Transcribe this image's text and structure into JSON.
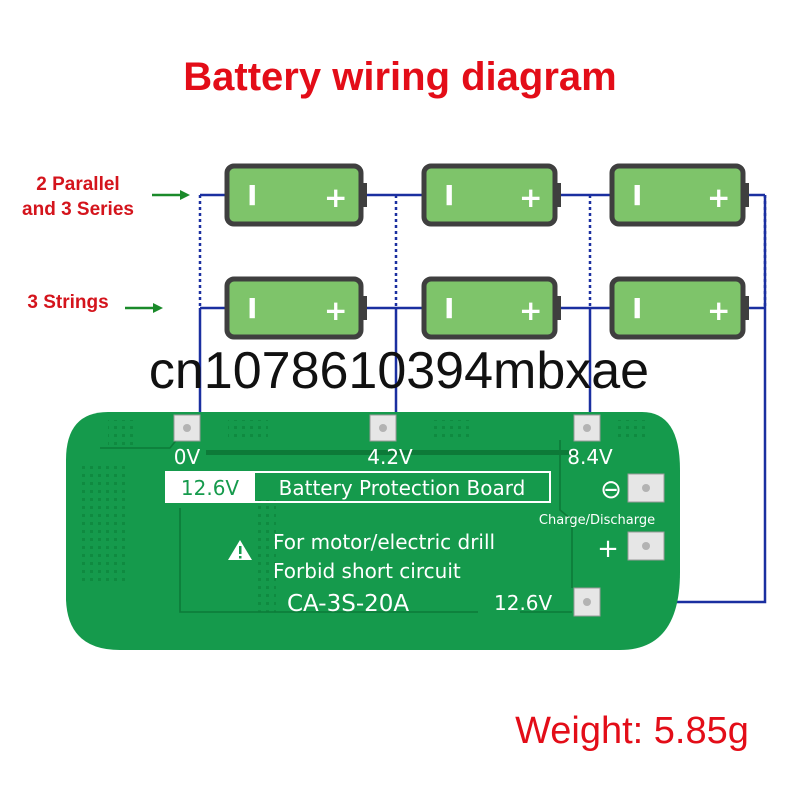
{
  "title": "Battery wiring diagram",
  "labels": {
    "parallel_line1": "2 Parallel",
    "parallel_line2": "and 3 Series",
    "strings": "3 Strings",
    "weight": "Weight: 5.85g",
    "watermark": "cn1078610394mbxae"
  },
  "battery": {
    "neg_mark": "I",
    "pos_mark": "+",
    "rows": 2,
    "columns": 3
  },
  "board": {
    "pad_0v": "0V",
    "pad_4v2": "4.2V",
    "pad_8v4": "8.4V",
    "voltage_box": "12.6V",
    "name": "Battery Protection Board",
    "minus_sign": "⊖",
    "plus_sign": "+",
    "charge_discharge": "Charge/Discharge",
    "warning_line1": "For motor/electric drill",
    "warning_line2": "Forbid short circuit",
    "model": "CA-3S-20A",
    "output_voltage": "12.6V"
  },
  "colors": {
    "title": "#e30d18",
    "side_labels": "#d4141c",
    "arrow": "#1a8a2a",
    "battery_fill": "#7ec46a",
    "battery_border": "#3f3f3f",
    "wire": "#1a2fa0",
    "board": "#159a4c"
  }
}
